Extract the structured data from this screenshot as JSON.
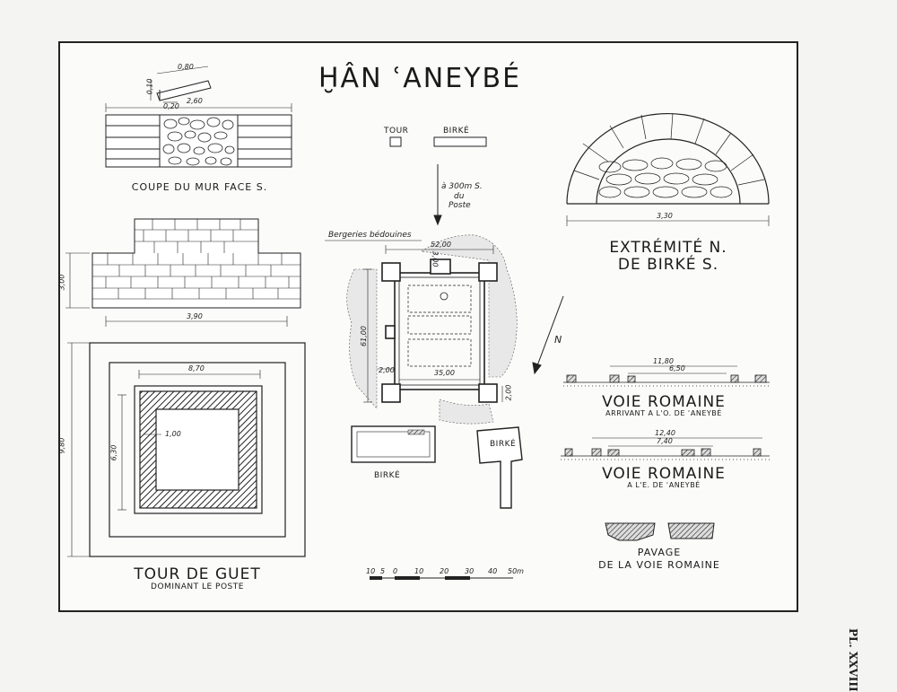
{
  "title": "ḪÂN ʿANEYBÉ",
  "plate_number": "PL. XXVIII",
  "sections": {
    "wall_section": {
      "label": "COUPE DU MUR FACE S.",
      "dims": [
        "0,80",
        "0,10",
        "0,20",
        "2,60"
      ]
    },
    "tower_elevation": {
      "dims": [
        "3,00",
        "3,90"
      ]
    },
    "tower_plan": {
      "label": "TOUR DE GUET",
      "sublabel": "DOMINANT LE POSTE",
      "dims": [
        "8,70",
        "6,30",
        "1,00",
        "9,80"
      ]
    },
    "legend": {
      "tour": "TOUR",
      "birke": "BIRKÉ"
    },
    "arrow_note": {
      "line1": "à 300m S.",
      "line2": "du",
      "line3": "Poste"
    },
    "site_plan": {
      "bergeries": "Bergeries bédouines",
      "dims": [
        "52,00",
        "3,00",
        "61,00",
        "2,00",
        "35,00",
        "2,00"
      ],
      "birke_label_1": "BIRKÉ",
      "birke_label_2": "BIRKÉ",
      "north": "N",
      "scale": [
        "10",
        "5",
        "0",
        "10",
        "20",
        "30",
        "40",
        "50m"
      ]
    },
    "cistern_end": {
      "dim": "3,30",
      "label1": "EXTRÉMITÉ N.",
      "label2": "DE BIRKÉ S."
    },
    "road_west": {
      "dims": [
        "11,80",
        "6,50"
      ],
      "label": "VOIE ROMAINE",
      "sublabel": "ARRIVANT A L'O. DE ʿANEYBÉ"
    },
    "road_east": {
      "dims": [
        "12,40",
        "7,40"
      ],
      "label": "VOIE ROMAINE",
      "sublabel": "A L'E. DE ʿANEYBÉ"
    },
    "paving": {
      "label1": "PAVAGE",
      "label2": "DE LA VOIE ROMAINE"
    }
  }
}
